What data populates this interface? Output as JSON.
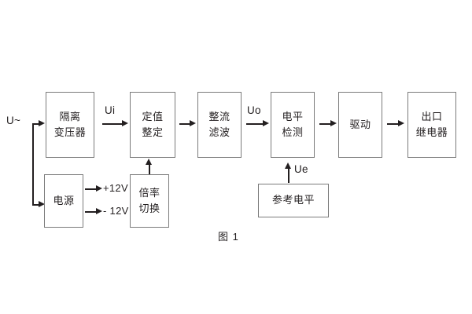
{
  "figure": {
    "caption": "图 1",
    "input_label": "U~",
    "border_color": "#7b7b7b",
    "line_color": "#231f20",
    "background": "#ffffff"
  },
  "main_chain": [
    {
      "id": "isolation-transformer",
      "line1": "隔离",
      "line2": "变压器"
    },
    {
      "id": "setting-value",
      "line1": "定值",
      "line2": "整定"
    },
    {
      "id": "rectify-filter",
      "line1": "整流",
      "line2": "滤波"
    },
    {
      "id": "level-detection",
      "line1": "电平",
      "line2": "检测"
    },
    {
      "id": "driver",
      "line1": "驱动",
      "line2": ""
    },
    {
      "id": "output-relay",
      "line1": "出口",
      "line2": "继电器"
    }
  ],
  "aux_blocks": [
    {
      "id": "power-supply",
      "line1": "电源",
      "line2": ""
    },
    {
      "id": "ratio-switching",
      "line1": "倍率",
      "line2": "切换"
    },
    {
      "id": "reference-level",
      "line1": "参考电平",
      "line2": ""
    }
  ],
  "signal_labels": {
    "ui": "Ui",
    "uo": "Uo",
    "ue": "Ue"
  },
  "power_rails": [
    {
      "id": "rail-positive",
      "label": "+12V"
    },
    {
      "id": "rail-negative",
      "label": "- 12V"
    }
  ]
}
